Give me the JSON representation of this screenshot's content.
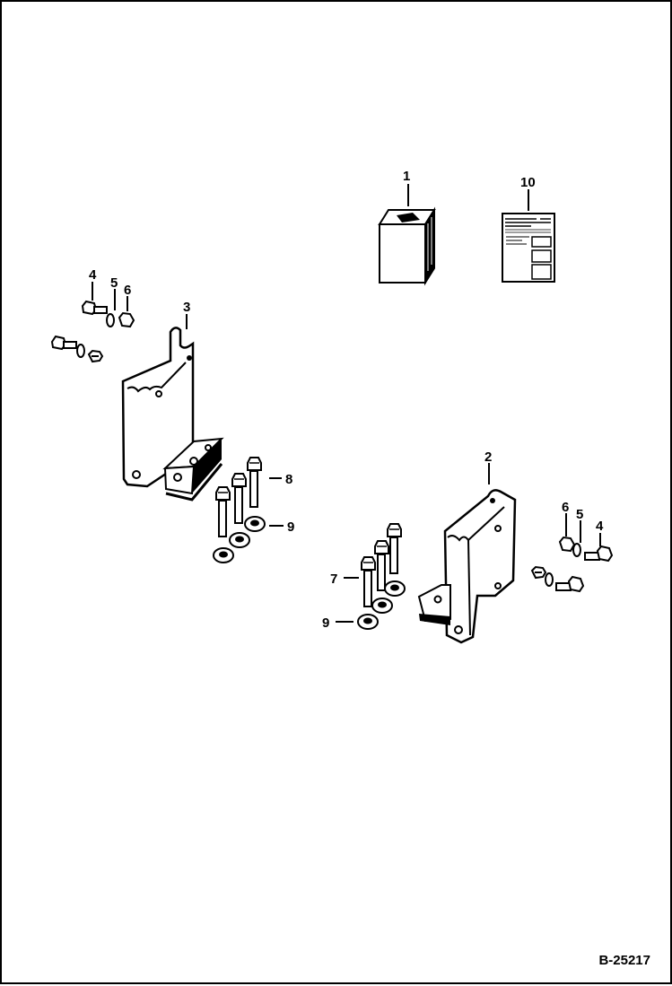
{
  "figure_id": "B-25217",
  "callouts": {
    "c1": "1",
    "c10": "10",
    "c2": "2",
    "c3": "3",
    "c4a": "4",
    "c5a": "5",
    "c6a": "6",
    "c4b": "4",
    "c5b": "5",
    "c6b": "6",
    "c7": "7",
    "c8": "8",
    "c9a": "9",
    "c9b": "9"
  },
  "parts": {
    "p1": "vibration-isolator-block",
    "p2": "right-mount-bracket",
    "p3": "left-mount-bracket",
    "p4": "bolt",
    "p5": "lock-washer",
    "p6": "nut",
    "p7": "bolt",
    "p8": "bolt",
    "p9": "nut",
    "p10": "instruction-sheet"
  }
}
